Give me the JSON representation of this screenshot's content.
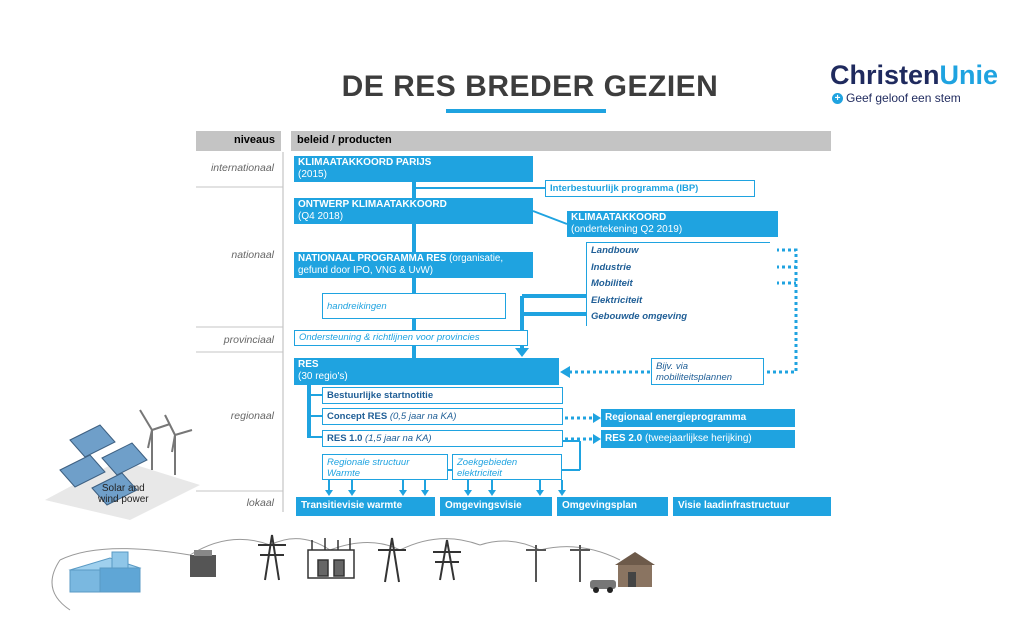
{
  "title": "DE RES BREDER GEZIEN",
  "logo": {
    "name_part1": "Christen",
    "name_part2": "Unie",
    "tagline": "Geef geloof een stem"
  },
  "header": {
    "niveaus": "niveaus",
    "beleid": "beleid / producten"
  },
  "levels": {
    "internationaal": "internationaal",
    "nationaal": "nationaal",
    "provinciaal": "provinciaal",
    "regionaal": "regionaal",
    "lokaal": "lokaal"
  },
  "boxes": {
    "parijs_title": "KLIMAATAKKOORD PARIJS",
    "parijs_sub": "(2015)",
    "ibp": "Interbestuurlijk programma (IBP)",
    "ontwerp_title": "ONTWERP KLIMAATAKKOORD",
    "ontwerp_sub": "(Q4 2018)",
    "klimaat_title": "KLIMAATAKKOORD",
    "klimaat_sub": "(ondertekening Q2 2019)",
    "npres_bold": "NATIONAAL PROGRAMMA RES",
    "npres_rest": " (organisatie, gefund door IPO, VNG & UvW)",
    "handreikingen": "handreikingen",
    "ondersteuning": "Ondersteuning & richtlijnen voor provincies",
    "res_title": "RES",
    "res_sub": "(30 regio's)",
    "startnotitie": "Bestuurlijke startnotitie",
    "concept_bold": "Concept RES",
    "concept_rest": " (0,5 jaar na KA)",
    "res10_bold": "RES 1.0",
    "res10_rest": " (1,5 jaar na KA)",
    "structuur": "Regionale structuur Warmte",
    "zoekgebieden": "Zoekgebieden elektriciteit",
    "regionaal_programma": "Regionaal energieprogramma",
    "res20_bold": "RES 2.0",
    "res20_rest": " (tweejaarlijkse herijking)",
    "mobiliteitsplannen": "Bijv. via mobiliteitsplannen"
  },
  "sectors": [
    "Landbouw",
    "Industrie",
    "Mobiliteit",
    "Elektriciteit",
    "Gebouwde omgeving"
  ],
  "lokaal_items": [
    "Transitievisie warmte",
    "Omgevingsvisie",
    "Omgevingsplan",
    "Visie laadinfrastructuur"
  ],
  "illustration": {
    "label_line1": "Solar and",
    "label_line2": "wind power"
  },
  "colors": {
    "accent": "#1fa3e0",
    "header_grey": "#c4c4c4",
    "title": "#3d3d3d",
    "logo_navy": "#1f2a5e"
  }
}
